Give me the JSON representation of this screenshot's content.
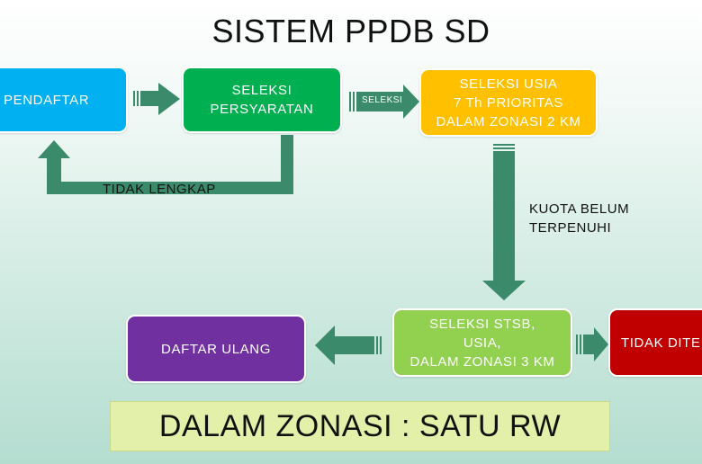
{
  "title": "SISTEM PPDB SD",
  "nodes": {
    "pendaftar": "PENDAFTAR",
    "seleksi_persyaratan": "SELEKSI\nPERSYARATAN",
    "seleksi_usia": "SELEKSI USIA\n7 Th PRIORITAS\nDALAM ZONASI 2 KM",
    "seleksi_stsb": "SELEKSI STSB,\nUSIA,\nDALAM ZONASI 3 KM",
    "daftar_ulang": "DAFTAR ULANG",
    "tidak_diterima": "TIDAK DITE"
  },
  "edge_labels": {
    "tidak_lengkap": "TIDAK LENGKAP",
    "seleksi": "SELEKSI",
    "kuota_belum": "KUOTA BELUM\nTERPENUHI"
  },
  "banner": "DALAM ZONASI : SATU RW",
  "colors": {
    "arrow": "#3b8a6c",
    "pendaftar": "#00b0f0",
    "persyaratan": "#00b050",
    "usia": "#ffc000",
    "stsb": "#92d050",
    "daftar_ulang": "#7030a0",
    "tidak_diterima": "#c00000",
    "banner": "#e2f0a9"
  }
}
